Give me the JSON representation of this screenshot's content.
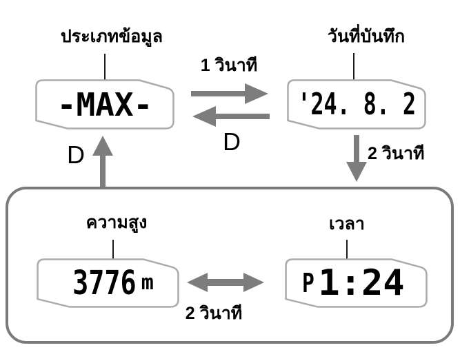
{
  "colors": {
    "arrow_gray": "#7d7d7d",
    "panel_border": "#ababab",
    "container_border": "#7a7a7a",
    "text": "#000000"
  },
  "top_left_display": {
    "label": "ประเภทข้อมูล",
    "lcd_text": "-MAX-"
  },
  "top_right_display": {
    "label": "วันที่บันทึก",
    "lcd_text": "'24. 8. 2"
  },
  "transitions": {
    "toggle_duration": "1 วินาที",
    "toggle_button": "D",
    "up_button": "D",
    "down_duration": "2 วินาที",
    "bottom_duration": "2 วินาที"
  },
  "bottom_left_display": {
    "label": "ความสูง",
    "lcd_value": "3776",
    "lcd_unit": "m"
  },
  "bottom_right_display": {
    "label": "เวลา",
    "lcd_indicator": "P",
    "lcd_value": "1:24"
  }
}
